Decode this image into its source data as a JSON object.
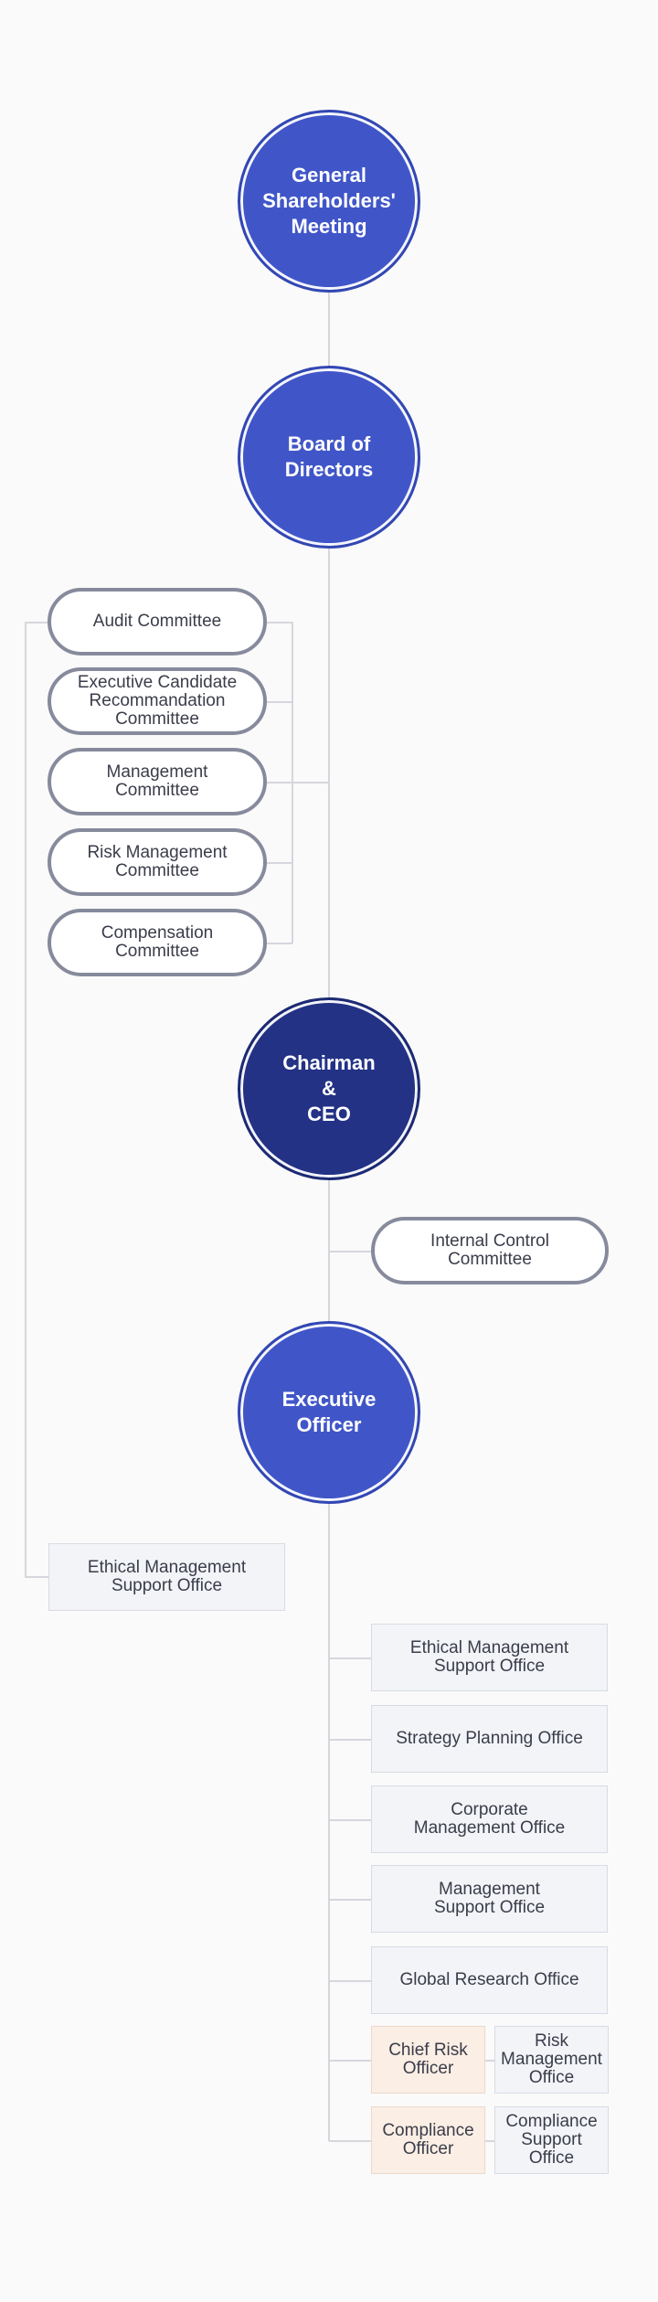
{
  "top_nodes": {
    "shareholders": "General\nShareholders'\nMeeting",
    "board": "Board of\nDirectors",
    "ceo": "Chairman\n&\nCEO",
    "executive": "Executive\nOfficer"
  },
  "board_committees": [
    "Audit Committee",
    "Executive Candidate\nRecommandation\nCommittee",
    "Management\nCommittee",
    "Risk Management\nCommittee",
    "Compensation\nCommittee"
  ],
  "ceo_committee": "Internal Control\nCommittee",
  "audit_office": "Ethical Management\nSupport Office",
  "executive_offices": [
    "Ethical Management\nSupport Office",
    "Strategy Planning Office",
    "Corporate\nManagement Office",
    "Management\nSupport Office",
    "Global Research Office"
  ],
  "officer_pairs": [
    {
      "officer": "Chief Risk\nOfficer",
      "office": "Risk\nManagement\nOffice"
    },
    {
      "officer": "Compliance\nOfficer",
      "office": "Compliance\nSupport\nOffice"
    }
  ]
}
